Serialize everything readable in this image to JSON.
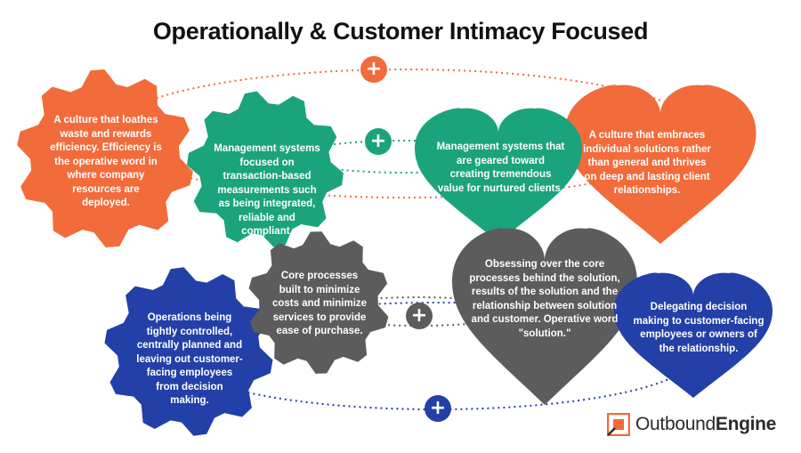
{
  "title": "Operationally & Customer Intimacy Focused",
  "colors": {
    "orange": "#f26b3a",
    "green": "#1ba37c",
    "gray": "#5c5c5c",
    "blue": "#2340a8"
  },
  "shapes": {
    "orange_gear": "A culture that loathes waste and rewards efficiency. Efficiency is the operative word in where company resources are deployed.",
    "green_gear": "Management systems focused on transaction-based measurements such as being integrated, reliable and compliant.",
    "gray_gear": "Core processes built to minimize costs and minimize services to provide ease of purchase.",
    "blue_gear": "Operations being tightly controlled, centrally planned and leaving out customer-facing employees from decision making.",
    "green_heart": "Management systems that are geared toward creating tremendous value for nurtured clients.",
    "orange_heart": "A culture that embraces individual solutions rather than general and thrives on deep and lasting client relationships.",
    "gray_heart": "Obsessing over the core processes behind the solution, results of the solution and the relationship between solution and customer. Operative word \"solution.\"",
    "blue_heart": "Delegating decision making to customer-facing employees or owners of the relationship."
  },
  "connector_symbol": "+",
  "icons": [
    "plus-icon",
    "outboundengine-logo-icon"
  ],
  "logo": {
    "part1": "Outbound",
    "part2": "Engine"
  }
}
